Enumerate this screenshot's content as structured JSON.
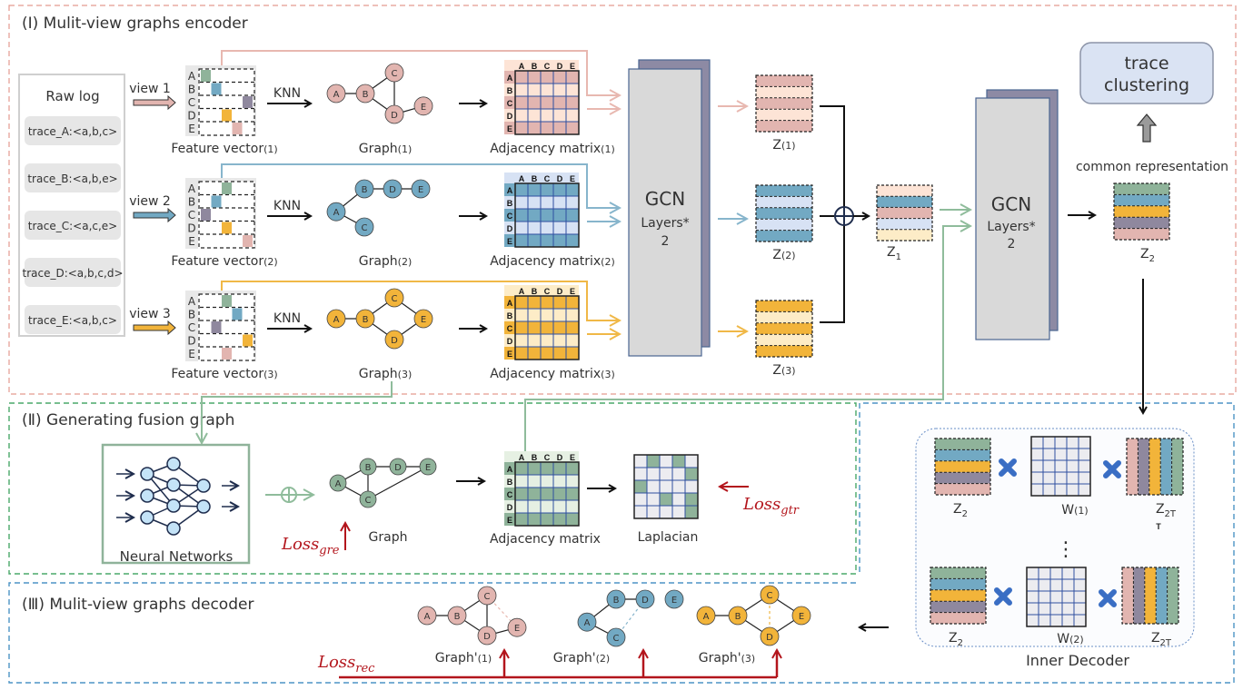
{
  "colors": {
    "pink": "#e2b5b0",
    "pink_light": "#fde4d6",
    "pink_line": "#e8b8b0",
    "pink_border": "#e49a8f",
    "blue": "#72a9c3",
    "blue_light": "#d7e2f4",
    "blue_line": "#87b5cc",
    "orange": "#f2b43a",
    "orange_light": "#fdecc7",
    "orange_line": "#f0b847",
    "green": "#8fb39a",
    "green_light": "#e6f0e3",
    "green_line": "#8fbc9b",
    "green_border": "#4aa86a",
    "purple": "#8f889e",
    "gcn_body": "#d9d9d9",
    "gcn_back": "#8d8aa4",
    "gcn_edge": "#4a6591",
    "red": "#b3151c",
    "dark": "#1f2d4d",
    "section_blue": "#4d94c5",
    "nn_node": "#c4e3f7",
    "cross": "#3a6ec4",
    "trace_box": "#dae3f3",
    "raw_item": "#e6e6e6"
  },
  "sections": {
    "encoder": "(Ⅰ) Mulit-view graphs encoder",
    "fusion": "(Ⅱ) Generating fusion graph",
    "decoder": "(Ⅲ) Mulit-view graphs decoder"
  },
  "raw_log": {
    "title": "Raw log",
    "traces": [
      "trace_A:<a,b,c>",
      "trace_B:<a,b,e>",
      "trace_C:<a,c,e>",
      "trace_D:<a,b,c,d>",
      "trace_E:<a,b,c>"
    ]
  },
  "views": [
    {
      "label": "view 1",
      "color_key": "pink",
      "feature_label": "Feature vector",
      "feature_idx": "(1)",
      "feature_cells": [
        [
          "A",
          0,
          "green"
        ],
        [
          "B",
          1,
          "blue"
        ],
        [
          "C",
          4,
          "purple"
        ],
        [
          "D",
          2,
          "orange"
        ],
        [
          "E",
          3,
          "pink"
        ]
      ],
      "knn": "KNN",
      "graph_label": "Graph",
      "graph_idx": "(1)",
      "nodes": [
        [
          "A",
          0,
          0.5
        ],
        [
          "B",
          1,
          0.5
        ],
        [
          "C",
          2,
          0
        ],
        [
          "D",
          2,
          1
        ],
        [
          "E",
          3,
          0.8
        ]
      ],
      "edges": [
        [
          "A",
          "B"
        ],
        [
          "B",
          "C"
        ],
        [
          "B",
          "D"
        ],
        [
          "C",
          "D"
        ],
        [
          "D",
          "E"
        ]
      ],
      "adj_label": "Adjacency matrix",
      "adj_idx": "(1)",
      "z_label": "Z",
      "z_idx": "(1)"
    },
    {
      "label": "view 2",
      "color_key": "blue",
      "feature_label": "Feature vector",
      "feature_idx": "(2)",
      "feature_cells": [
        [
          "A",
          2,
          "green"
        ],
        [
          "B",
          1,
          "blue"
        ],
        [
          "C",
          0,
          "purple"
        ],
        [
          "D",
          2,
          "orange"
        ],
        [
          "E",
          4,
          "pink"
        ]
      ],
      "knn": "KNN",
      "graph_label": "Graph",
      "graph_idx": "(2)",
      "nodes": [
        [
          "A",
          0,
          0.6
        ],
        [
          "B",
          1,
          0
        ],
        [
          "C",
          1,
          1
        ],
        [
          "D",
          2,
          0
        ],
        [
          "E",
          3,
          0
        ]
      ],
      "edges": [
        [
          "A",
          "B"
        ],
        [
          "A",
          "C"
        ],
        [
          "B",
          "D"
        ],
        [
          "D",
          "E"
        ]
      ],
      "adj_label": "Adjacency matrix",
      "adj_idx": "(2)",
      "z_label": "Z",
      "z_idx": "(2)"
    },
    {
      "label": "view 3",
      "color_key": "orange",
      "feature_label": "Feature vector",
      "feature_idx": "(3)",
      "feature_cells": [
        [
          "A",
          2,
          "green"
        ],
        [
          "B",
          3,
          "blue"
        ],
        [
          "C",
          1,
          "purple"
        ],
        [
          "D",
          4,
          "orange"
        ],
        [
          "E",
          2,
          "pink"
        ]
      ],
      "knn": "KNN",
      "graph_label": "Graph",
      "graph_idx": "(3)",
      "nodes": [
        [
          "A",
          0,
          0.5
        ],
        [
          "B",
          1,
          0.5
        ],
        [
          "C",
          2,
          0
        ],
        [
          "D",
          2,
          1
        ],
        [
          "E",
          3,
          0.5
        ]
      ],
      "edges": [
        [
          "A",
          "B"
        ],
        [
          "B",
          "C"
        ],
        [
          "B",
          "D"
        ],
        [
          "C",
          "E"
        ],
        [
          "D",
          "E"
        ]
      ],
      "adj_label": "Adjacency matrix",
      "adj_idx": "(3)",
      "z_label": "Z",
      "z_idx": "(3)"
    }
  ],
  "matrix_headers": [
    "A",
    "B",
    "C",
    "D",
    "E"
  ],
  "gcn": {
    "title": "GCN",
    "sub": "Layers*",
    "count": "2"
  },
  "z1": {
    "label": "Z",
    "sub": "1"
  },
  "z2": {
    "label": "Z",
    "sub": "2"
  },
  "trace_clustering": "trace\nclustering",
  "trace_clustering_lines": [
    "trace",
    "clustering"
  ],
  "common_representation": "common representation",
  "fusion": {
    "nn_label": "Neural Networks",
    "graph_label": "Graph",
    "adj_label": "Adjacency matrix",
    "laplacian_label": "Laplacian",
    "loss_gre": {
      "base": "Loss",
      "sub": "gre"
    },
    "loss_gtr": {
      "base": "Loss",
      "sub": "gtr"
    },
    "nodes": [
      [
        "A",
        0,
        0.5
      ],
      [
        "B",
        1,
        0
      ],
      [
        "C",
        1,
        1
      ],
      [
        "D",
        2,
        0
      ],
      [
        "E",
        3,
        0
      ]
    ],
    "edges": [
      [
        "A",
        "B"
      ],
      [
        "A",
        "C"
      ],
      [
        "B",
        "C"
      ],
      [
        "B",
        "D"
      ],
      [
        "D",
        "E"
      ],
      [
        "C",
        "E"
      ]
    ],
    "laplacian_filled": [
      [
        0,
        1
      ],
      [
        0,
        3
      ],
      [
        1,
        4
      ],
      [
        2,
        0
      ],
      [
        3,
        2
      ],
      [
        3,
        4
      ],
      [
        4,
        4
      ]
    ]
  },
  "inner_decoder": {
    "title": "Inner Decoder",
    "rows": [
      {
        "z_label": "Z",
        "z_sub": "2",
        "w_label": "W",
        "w_idx": "(1)",
        "zt_label": "Z",
        "zt_sub": "2T",
        "extra": "T"
      },
      {
        "z_label": "Z",
        "z_sub": "2",
        "w_label": "W",
        "w_idx": "(2)",
        "zt_label": "Z",
        "zt_sub": "2T",
        "extra": ""
      }
    ],
    "ellipsis": "⋮"
  },
  "decoder": {
    "loss_rec": {
      "base": "Loss",
      "sub": "rec"
    },
    "graphs": [
      {
        "label": "Graph'",
        "idx": "(1)",
        "color_key": "pink",
        "nodes": [
          [
            "A",
            0,
            0.5
          ],
          [
            "B",
            1,
            0.5
          ],
          [
            "C",
            2,
            0
          ],
          [
            "D",
            2,
            1
          ],
          [
            "E",
            3,
            0.8
          ]
        ],
        "edges": [
          [
            "A",
            "B"
          ],
          [
            "B",
            "C"
          ],
          [
            "B",
            "D"
          ],
          [
            "C",
            "D"
          ],
          [
            "D",
            "E"
          ]
        ],
        "dashed": [
          [
            "C",
            "E"
          ]
        ]
      },
      {
        "label": "Graph'",
        "idx": "(2)",
        "color_key": "blue",
        "nodes": [
          [
            "A",
            0,
            0.6
          ],
          [
            "B",
            1,
            0
          ],
          [
            "C",
            1,
            1
          ],
          [
            "D",
            2,
            0
          ],
          [
            "E",
            3,
            0
          ]
        ],
        "edges": [
          [
            "A",
            "B"
          ],
          [
            "A",
            "C"
          ],
          [
            "B",
            "D"
          ]
        ],
        "dashed": [
          [
            "C",
            "D"
          ]
        ]
      },
      {
        "label": "Graph'",
        "idx": "(3)",
        "color_key": "orange",
        "nodes": [
          [
            "A",
            0,
            0.5
          ],
          [
            "B",
            1,
            0.5
          ],
          [
            "C",
            2,
            0
          ],
          [
            "D",
            2,
            1
          ],
          [
            "E",
            3,
            0.5
          ]
        ],
        "edges": [
          [
            "A",
            "B"
          ],
          [
            "B",
            "C"
          ],
          [
            "B",
            "D"
          ],
          [
            "C",
            "E"
          ],
          [
            "D",
            "E"
          ]
        ],
        "dashed": [
          [
            "C",
            "D"
          ]
        ]
      }
    ]
  }
}
